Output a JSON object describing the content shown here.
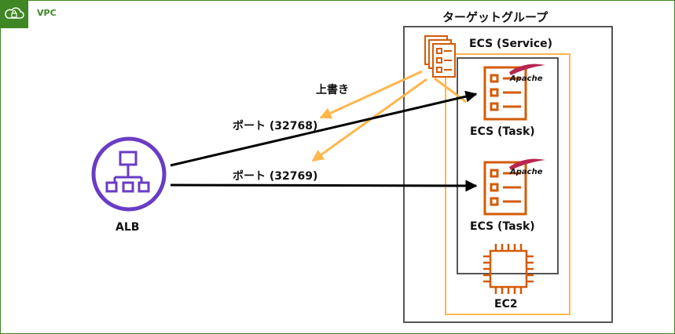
{
  "vpc": {
    "label": "VPC",
    "icon": "cloud-lock-icon",
    "color": "#3f8624"
  },
  "target_group": {
    "title": "ターゲットグループ"
  },
  "ecs_service": {
    "label": "ECS (Service)",
    "color": "#d45b07"
  },
  "tasks": [
    {
      "label": "ECS (Task)",
      "badge": "Apache"
    },
    {
      "label": "ECS (Task)",
      "badge": "Apache"
    }
  ],
  "ec2": {
    "label": "EC2",
    "color": "#d45b07"
  },
  "alb": {
    "label": "ALB",
    "color": "#693cc5"
  },
  "arrows": {
    "overwrite_label": "上書き",
    "port_1_label": "ポート (32768)",
    "port_2_label": "ポート (32769)"
  },
  "colors": {
    "overwrite_arrow": "#ffb64d",
    "traffic_arrow": "#000000",
    "box_border": "#555555"
  }
}
